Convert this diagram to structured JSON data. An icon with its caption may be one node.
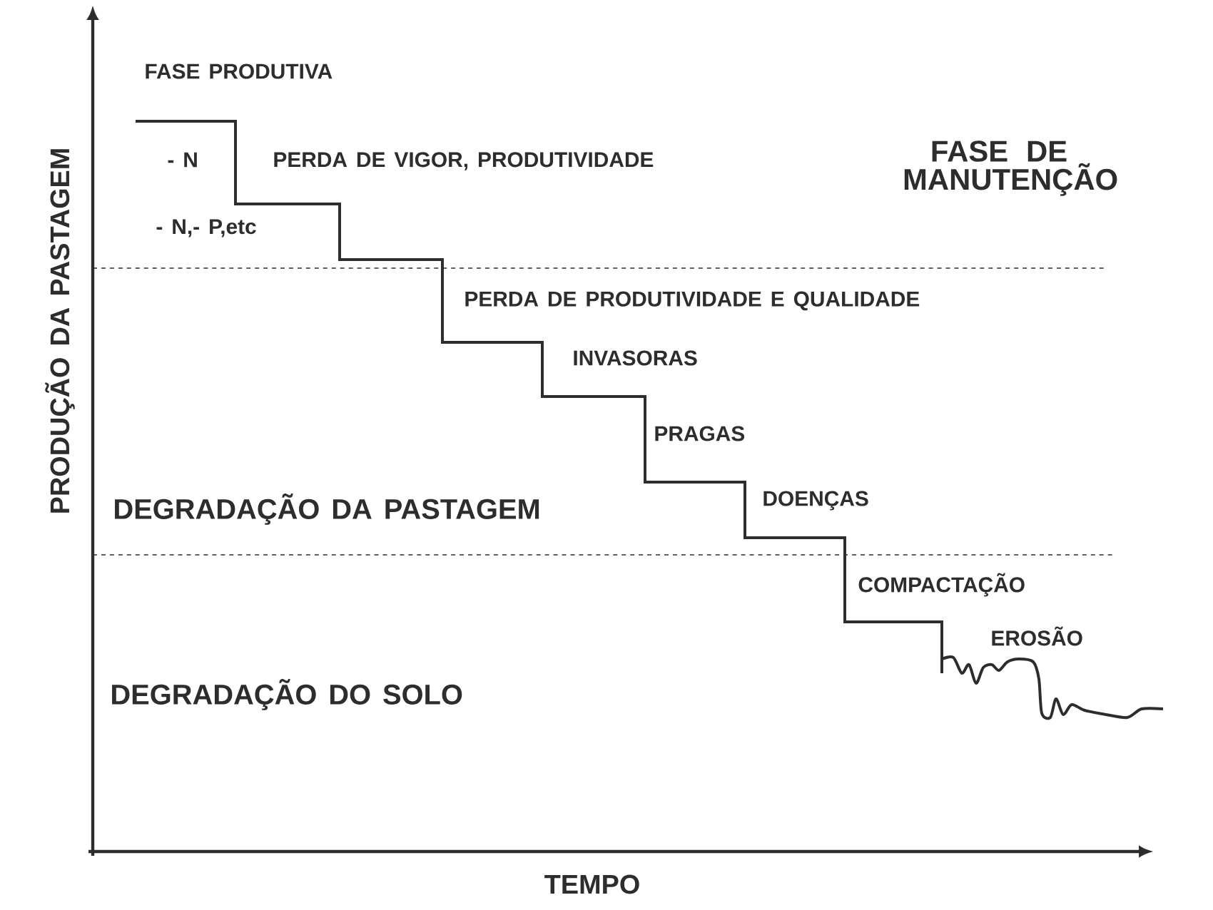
{
  "diagram": {
    "labels": [
      "FASE PRODUTIVA",
      "- N",
      "PERDA DE VIGOR, PRODUTIVIDADE",
      "FASE DE MANUTENÇÃO",
      "- N,- P,etc",
      "PERDA DE PRODUTIVIDADE E QUALIDADE",
      "INVASORAS",
      "PRAGAS",
      "DEGRADAÇÃO DA PASTAGEM",
      "DOENÇAS",
      "COMPACTAÇÃO",
      "EROSÃO",
      "DEGRADAÇÃO DO SOLO",
      "TEMPO",
      "PRODUÇÃO DA PASTAGEM"
    ]
  }
}
